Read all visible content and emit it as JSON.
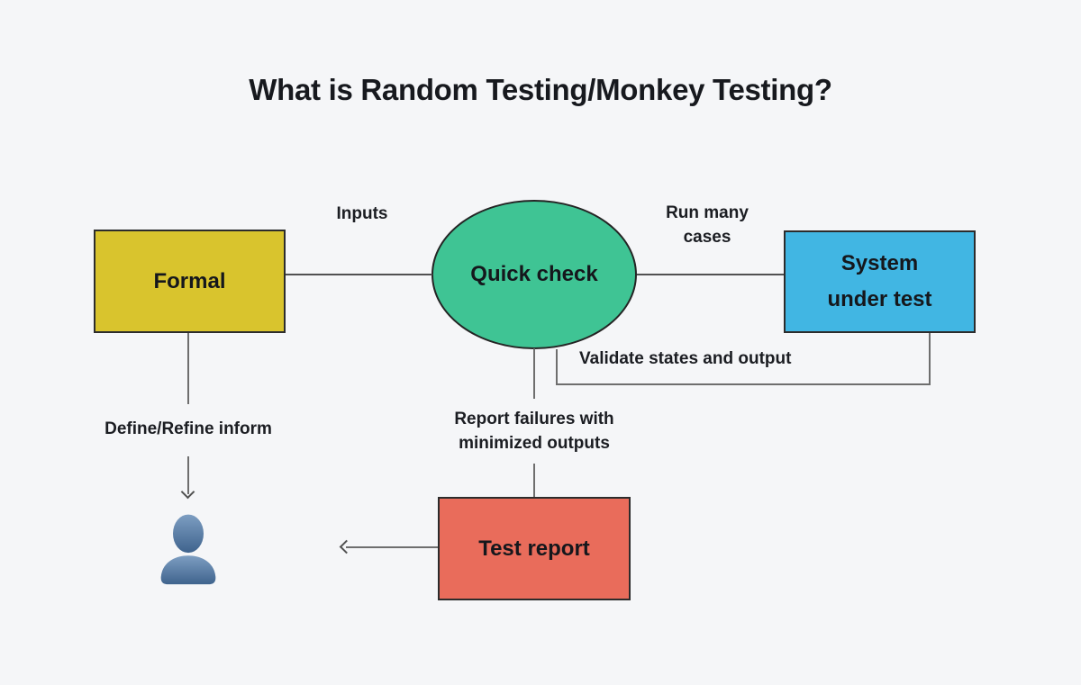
{
  "title": "What is Random Testing/Monkey Testing?",
  "nodes": {
    "formal": {
      "label": "Formal",
      "shape": "rectangle",
      "fill": "#d9c42d"
    },
    "quick_check": {
      "label": "Quick check",
      "shape": "ellipse",
      "fill": "#3fc494"
    },
    "system_under_test": {
      "label": "System under test",
      "shape": "rectangle",
      "fill": "#41b6e3"
    },
    "test_report": {
      "label": "Test report",
      "shape": "rectangle",
      "fill": "#e96c5b"
    },
    "user": {
      "icon": "person-icon",
      "fill": "#4f739e"
    }
  },
  "edge_labels": {
    "inputs": "Inputs",
    "run_many_cases": "Run many cases",
    "validate_states": "Validate states and output",
    "define_refine": "Define/Refine inform",
    "report_failures": "Report failures with minimized outputs"
  },
  "colors": {
    "background": "#f5f6f8",
    "connector_line": "#515151",
    "text": "#1b1d22",
    "border": "#2c2c2c"
  }
}
